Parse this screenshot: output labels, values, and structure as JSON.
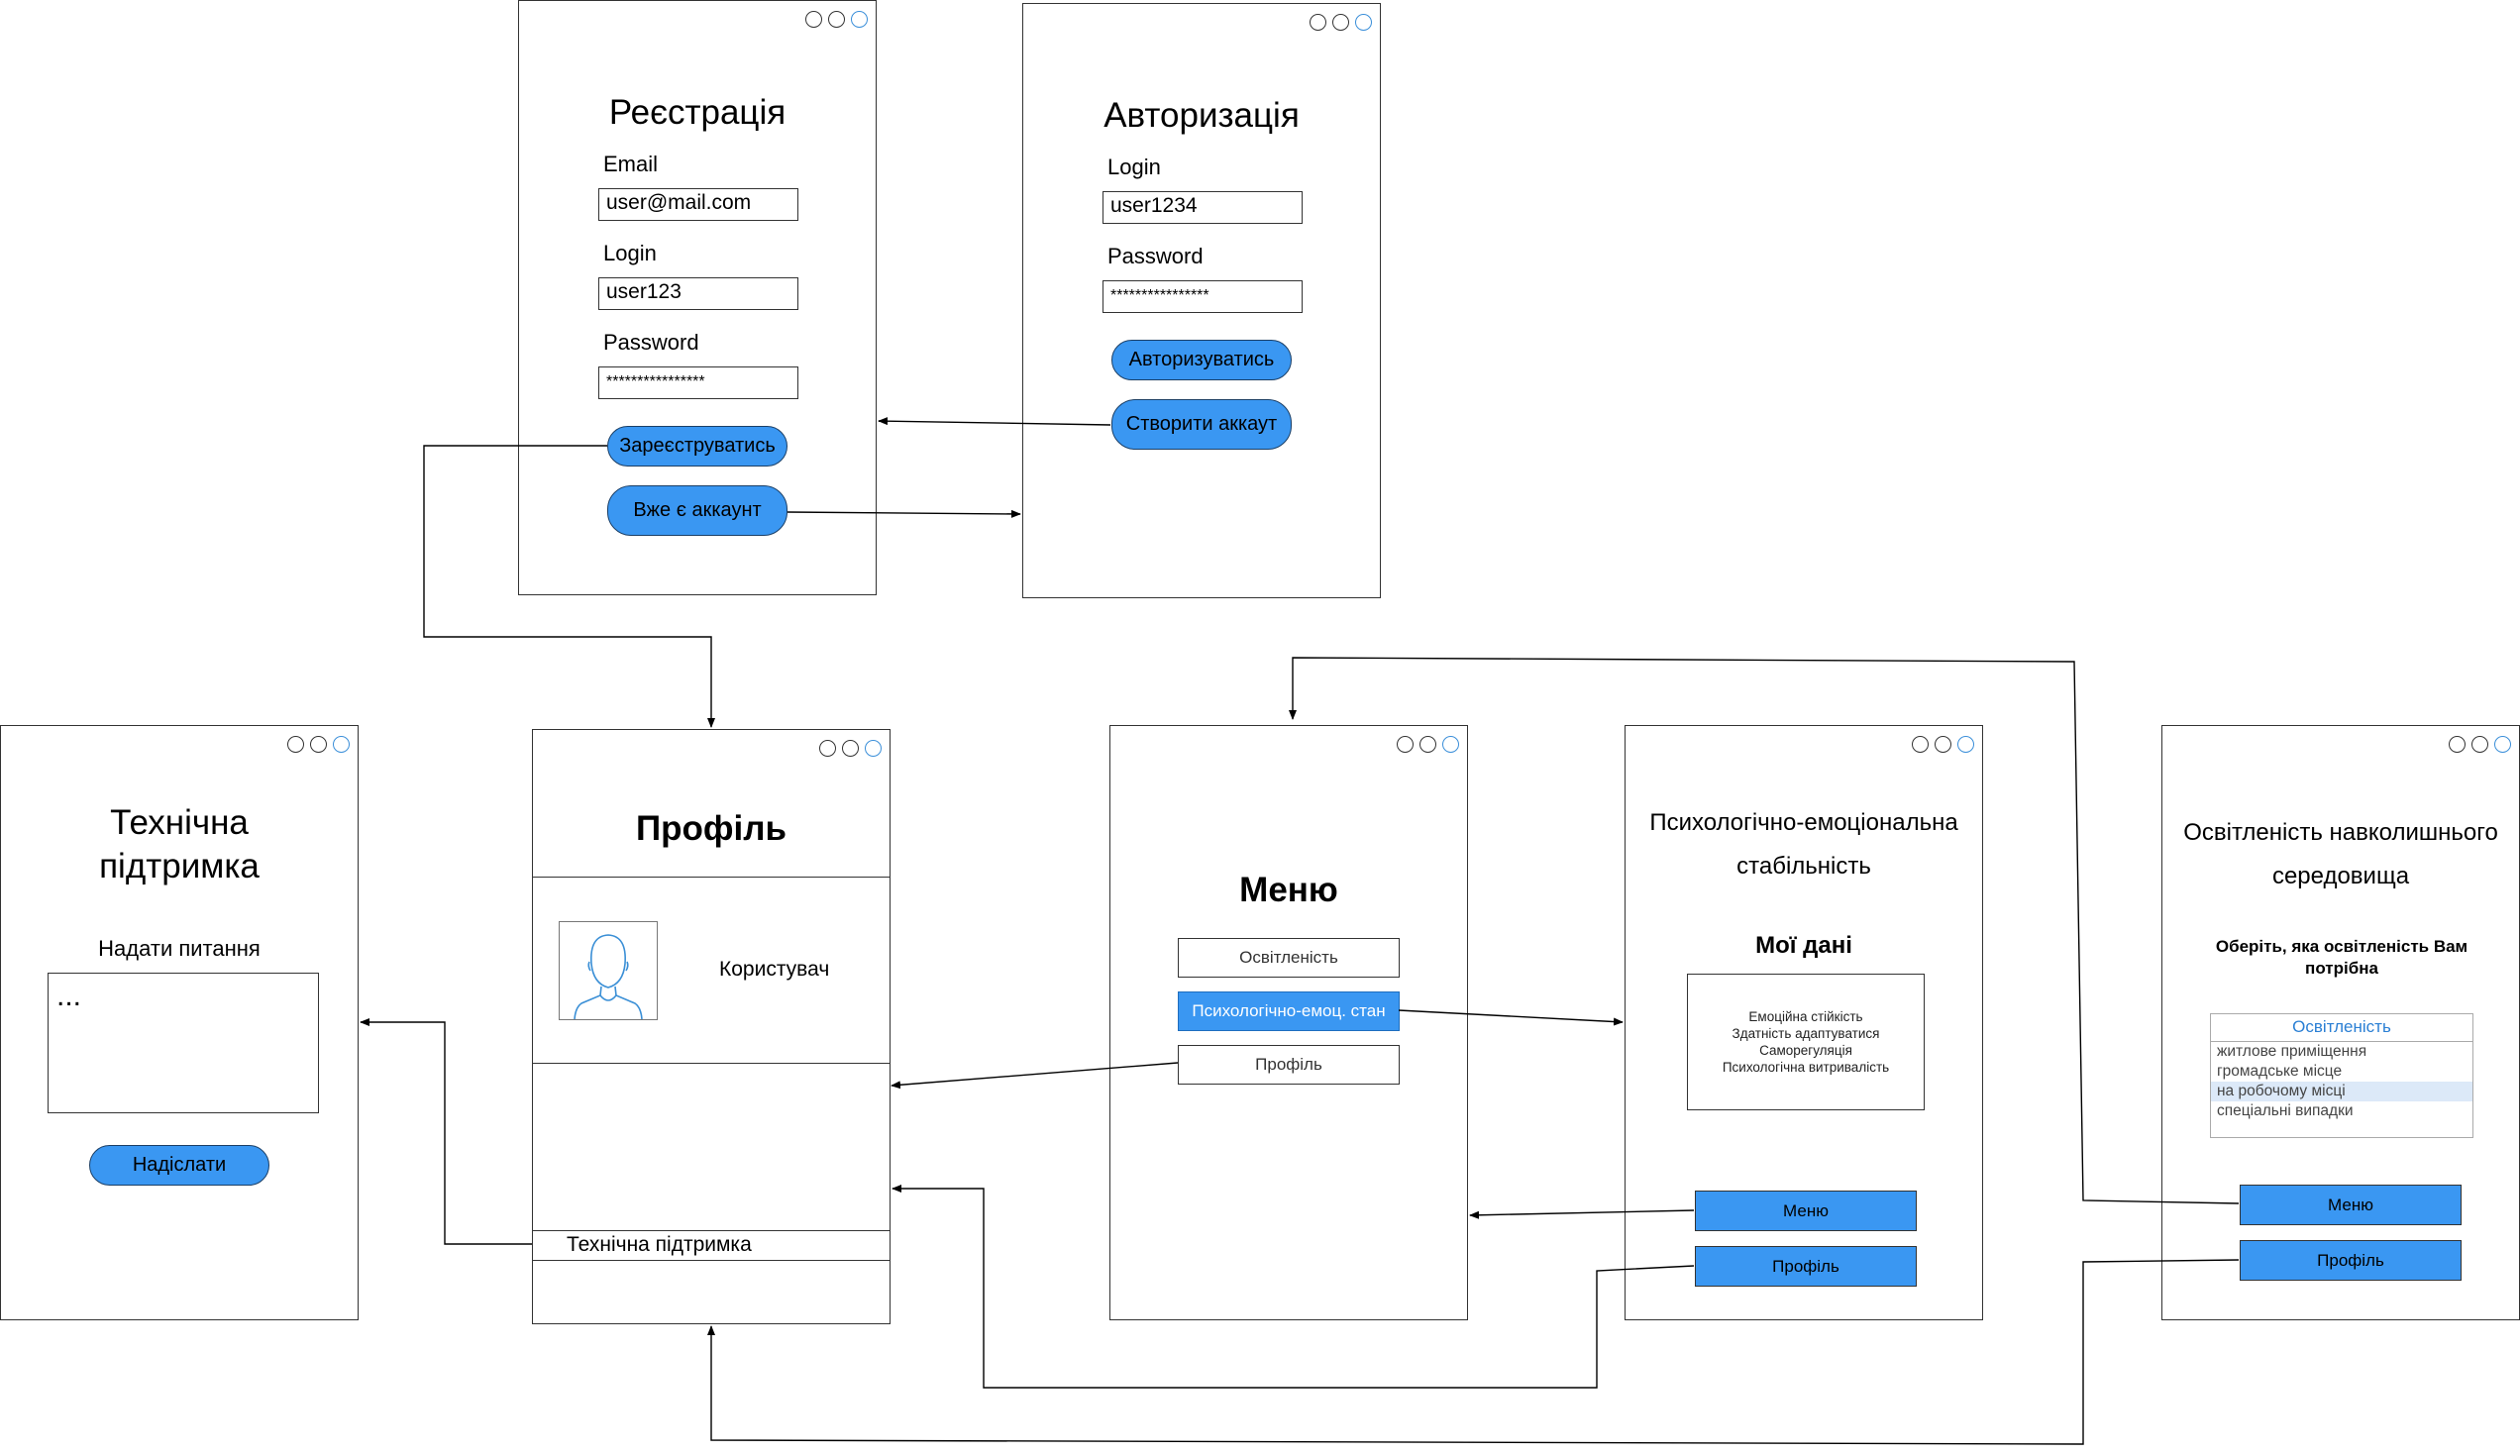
{
  "registration": {
    "title": "Реєстрація",
    "email_label": "Email",
    "email_value": "user@mail.com",
    "login_label": "Login",
    "login_value": "user123",
    "password_label": "Password",
    "password_value": "****************",
    "register_button": "Зареєструватись",
    "have_account_button": "Вже є аккаунт"
  },
  "authorization": {
    "title": "Авторизація",
    "login_label": "Login",
    "login_value": "user1234",
    "password_label": "Password",
    "password_value": "****************",
    "login_button": "Авторизуватись",
    "create_account_button": "Створити аккаут"
  },
  "support": {
    "title_line1": "Технічна",
    "title_line2": "підтримка",
    "ask_label": "Надати питання",
    "textarea_value": "...",
    "send_button": "Надіслати"
  },
  "profile": {
    "title": "Профіль",
    "user_name": "Користувач",
    "support_link": "Технічна підтримка"
  },
  "menu": {
    "title": "Меню",
    "items": [
      "Освітленість",
      "Психологічно-емоц. стан",
      "Профіль"
    ]
  },
  "psych": {
    "title_line1": "Психологічно-емоціональна",
    "title_line2": "стабільність",
    "subtitle": "Мої дані",
    "data_items": [
      "Емоційна стійкість",
      "Здатність адаптуватися",
      "Саморегуляція",
      "Психологічна витривалість"
    ],
    "menu_button": "Меню",
    "profile_button": "Профіль"
  },
  "lighting": {
    "title_line1": "Освітленість навколишнього",
    "title_line2": "середовища",
    "prompt": "Оберіть, яка освітленість Вам потрібна",
    "list_header": "Освітленість",
    "options": [
      "житлове приміщення",
      "громадське місце",
      "на робочому місці",
      "спеціальні випадки"
    ],
    "selected_option": "на робочому місці",
    "menu_button": "Меню",
    "profile_button": "Профіль"
  },
  "colors": {
    "accent": "#3a97f2",
    "window_dot_accent": "#3b8fd9",
    "selected_row": "#dce9f8"
  }
}
